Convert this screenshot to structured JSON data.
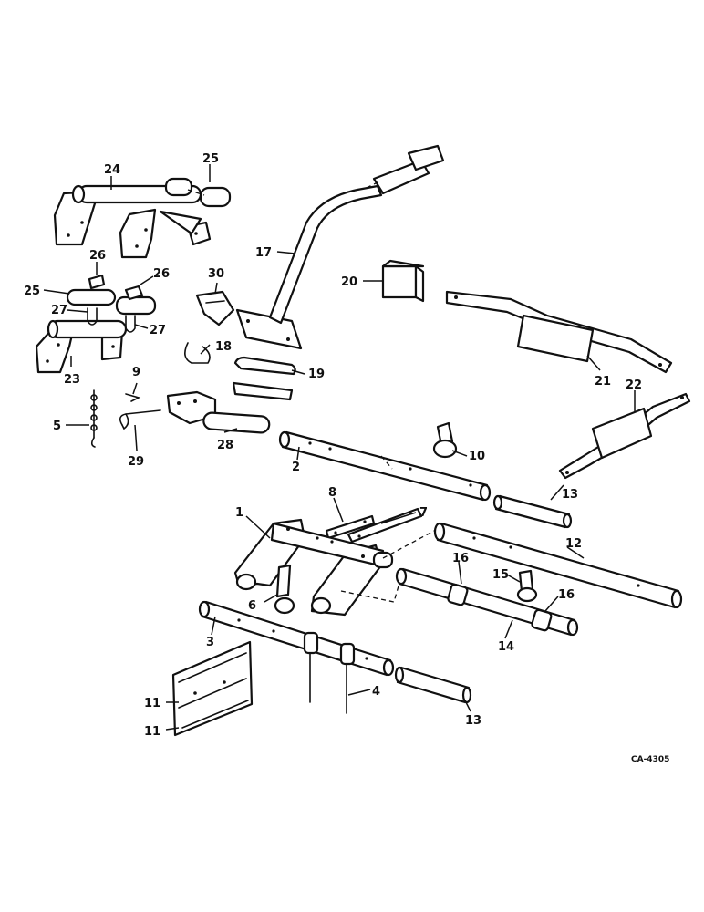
{
  "drawing_code": "CA-4305",
  "callouts": {
    "c1": "1",
    "c2": "2",
    "c3": "3",
    "c4": "4",
    "c5": "5",
    "c6": "6",
    "c7": "7",
    "c8": "8",
    "c9": "9",
    "c10": "10",
    "c11a": "11",
    "c11b": "11",
    "c12": "12",
    "c13a": "13",
    "c13b": "13",
    "c14": "14",
    "c15": "15",
    "c16a": "16",
    "c16b": "16",
    "c17": "17",
    "c18": "18",
    "c19": "19",
    "c20": "20",
    "c21": "21",
    "c22": "22",
    "c23": "23",
    "c24": "24",
    "c25a": "25",
    "c25b": "25",
    "c26a": "26",
    "c26b": "26",
    "c27a": "27",
    "c27b": "27",
    "c28": "28",
    "c29": "29",
    "c30": "30"
  }
}
